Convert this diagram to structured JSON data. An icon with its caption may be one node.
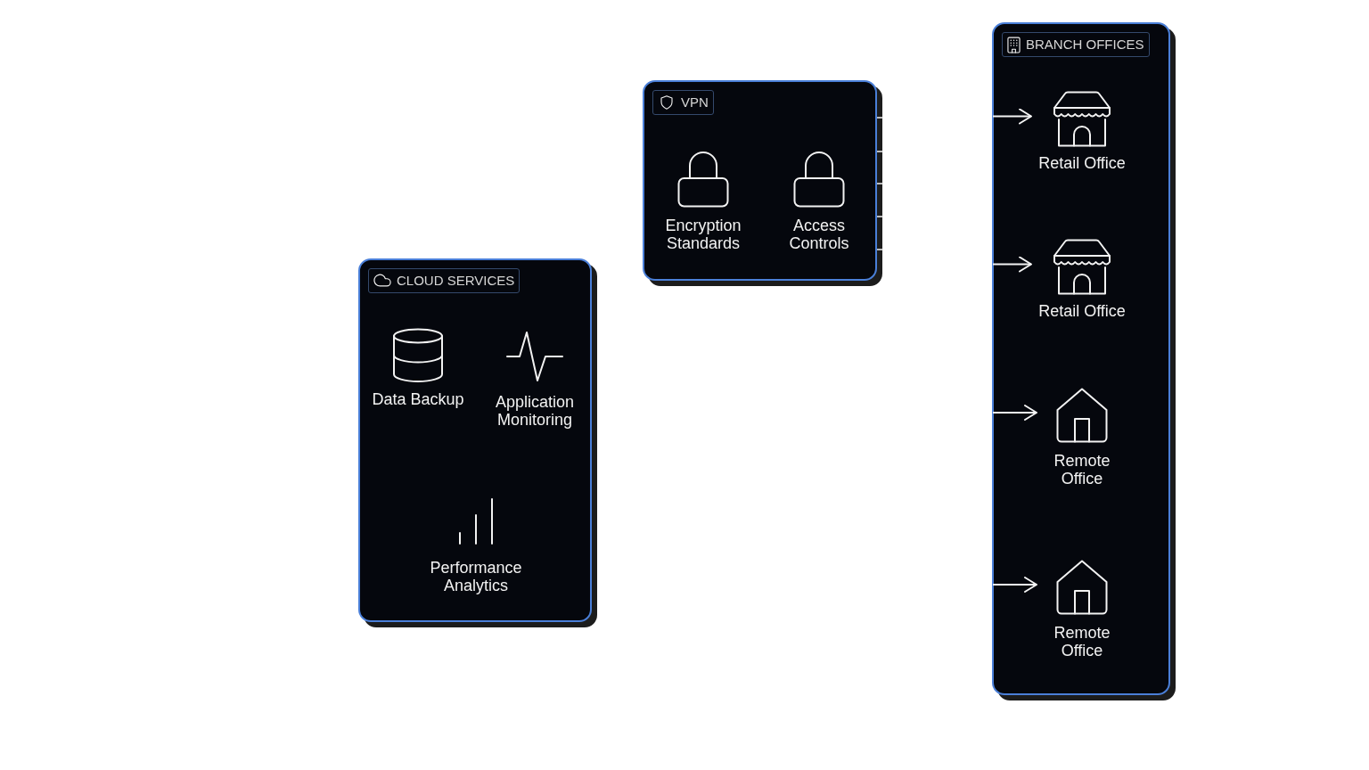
{
  "diagram": {
    "nodes": [
      {
        "text": [
          "CLOUD SERVICES"
        ]
      },
      {
        "text": [
          "Data Backup"
        ],
        "in": 0
      },
      {
        "text": [
          "Application Monitoring"
        ],
        "in": 0
      },
      {
        "text": [
          "Performance Analytics"
        ],
        "in": 0
      },
      {
        "text": [
          "VPN"
        ]
      },
      {
        "text": [
          "Encryption Standards"
        ],
        "in": 4
      },
      {
        "text": [
          "Access Controls"
        ],
        "in": 4
      },
      {
        "text": [
          "BRANCH OFFICES"
        ]
      },
      {
        "text": [
          "Retail Office"
        ],
        "in": 7
      },
      {
        "text": [
          "Retail Office"
        ],
        "in": 7
      },
      {
        "text": [
          "Remote Office"
        ],
        "in": 7
      },
      {
        "text": [
          "Remote Office"
        ],
        "in": 7
      }
    ],
    "edges": [
      {
        "from": null,
        "to": 8,
        "arrow": "to"
      },
      {
        "from": null,
        "to": 9,
        "arrow": "to"
      },
      {
        "from": null,
        "to": 10,
        "arrow": "to"
      },
      {
        "from": null,
        "to": 11,
        "arrow": "to"
      }
    ]
  }
}
